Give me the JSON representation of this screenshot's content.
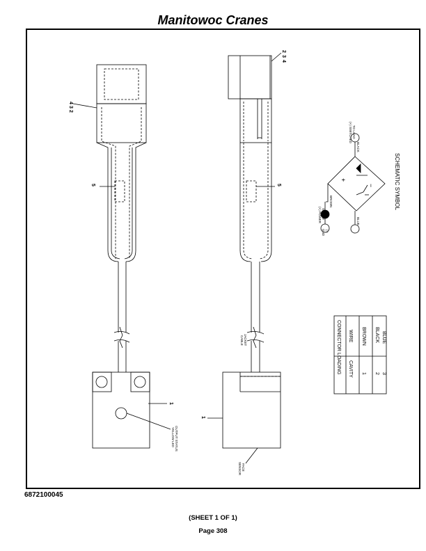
{
  "header": {
    "title": "Manitowoc Cranes"
  },
  "footer": {
    "doc_number": "6872100045",
    "sheet": "(SHEET 1 OF 1)",
    "page": "Page 308"
  },
  "callouts": {
    "left_top_stack": [
      "4",
      "3",
      "2"
    ],
    "left_mid": "5",
    "left_body": "1",
    "right_top_stack": [
      "2",
      "3",
      "4"
    ],
    "right_mid": "5",
    "right_body": "1"
  },
  "notes": {
    "yellow_led": [
      "YELLOW LED",
      "OUTPUT STATUS"
    ],
    "cable_jacket": [
      "CABLE",
      "JACKET"
    ],
    "sensor_face": [
      "SENSOR",
      "FACE"
    ]
  },
  "schematic": {
    "title": "SCHEMATIC SYMBOL",
    "power_supply": [
      "(+) POWER",
      "SUPPLY"
    ],
    "brown": "BROWN",
    "gnd": [
      "GND",
      "(-)"
    ],
    "blue": "BLUE",
    "switched": [
      "(+) SWITCHED",
      "TO LOAD"
    ],
    "black": "BLACK",
    "plus": "+",
    "minus": "−"
  },
  "connector_table": {
    "title": "CONNECTOR LOADING",
    "headers": [
      "CAVITY",
      "WIRE"
    ],
    "rows": [
      [
        "1",
        "BROWN"
      ],
      [
        "2",
        "BLACK"
      ],
      [
        "3",
        "BLUE"
      ]
    ]
  }
}
